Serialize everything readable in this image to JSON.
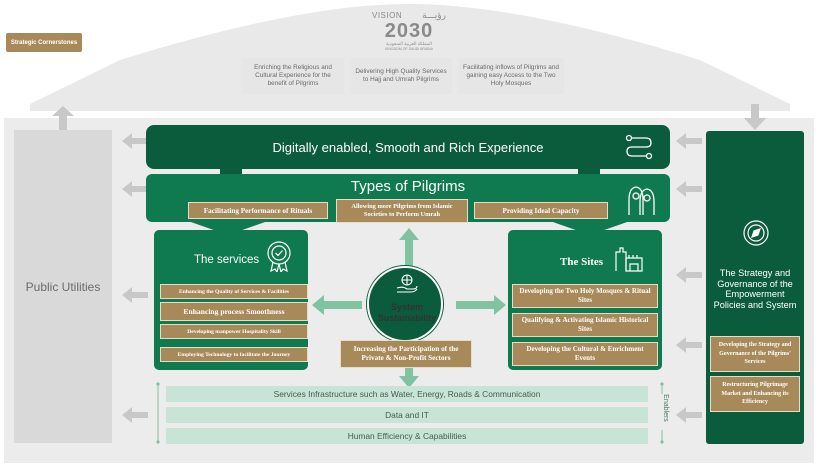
{
  "strategic_label": "Strategic Cornerstones",
  "vision": {
    "word": "VISION",
    "arabic": "رؤيـــة",
    "year": "2030",
    "arabic_sub": "المملكة العربية السعودية",
    "english_sub": "KINGDOM OF SAUDI ARABIA"
  },
  "goals": [
    "Enriching the Religious and Cultural Experience for the benefit of Pilgrims",
    "Delivering High Quality Services to Hajj and Umrah Pilgrims",
    "Facilitating inflows of Pilgrims and gaining easy Access to the Two Holy Mosques"
  ],
  "public_utilities": "Public Utilities",
  "experience_title": "Digitally enabled, Smooth and Rich Experience",
  "pilgrims": {
    "title": "Types of Pilgrims",
    "items": [
      "Facilitating Performance of Rituals",
      "Allowing more Pilgrims from Islamic Societies to Perform Umrah",
      "Providing Ideal Capacity"
    ]
  },
  "services": {
    "title": "The services",
    "items": [
      "Enhancing the Quality of Services & Facilities",
      "Enhancing process Smoothness",
      "Developing manpower Hospitality Skill",
      "Employing Technology to facilitate the Journey"
    ]
  },
  "sustainability": {
    "title": "System Sustainability",
    "participation": "Increasing the Participation of the Private & Non-Profit Sectors"
  },
  "sites": {
    "title": "The Sites",
    "items": [
      "Developing the Two Holy Mosques & Ritual Sites",
      "Qualifying & Activating Islamic Historical Sites",
      "Developing the Cultural & Enrichment Events"
    ]
  },
  "infrastructure": {
    "items": [
      "Services Infrastructure such as Water, Energy, Roads & Communication",
      "Data and IT",
      "Human Efficiency & Capabilities"
    ],
    "enablers_label": "Enablers"
  },
  "strategy": {
    "title": "The Strategy and Governance of the Empowerment Policies and System",
    "items": [
      "Developing the Strategy and Governance of the Pilgrims' Services",
      "Restructuring Pilgrimage Market and Enhancing its Efficiency"
    ]
  },
  "colors": {
    "dark_green": "#0a5c3d",
    "green": "#0f7a4f",
    "gold": "#a8895a",
    "light_green": "#c8e4d6",
    "gray": "#d9d9d9"
  }
}
